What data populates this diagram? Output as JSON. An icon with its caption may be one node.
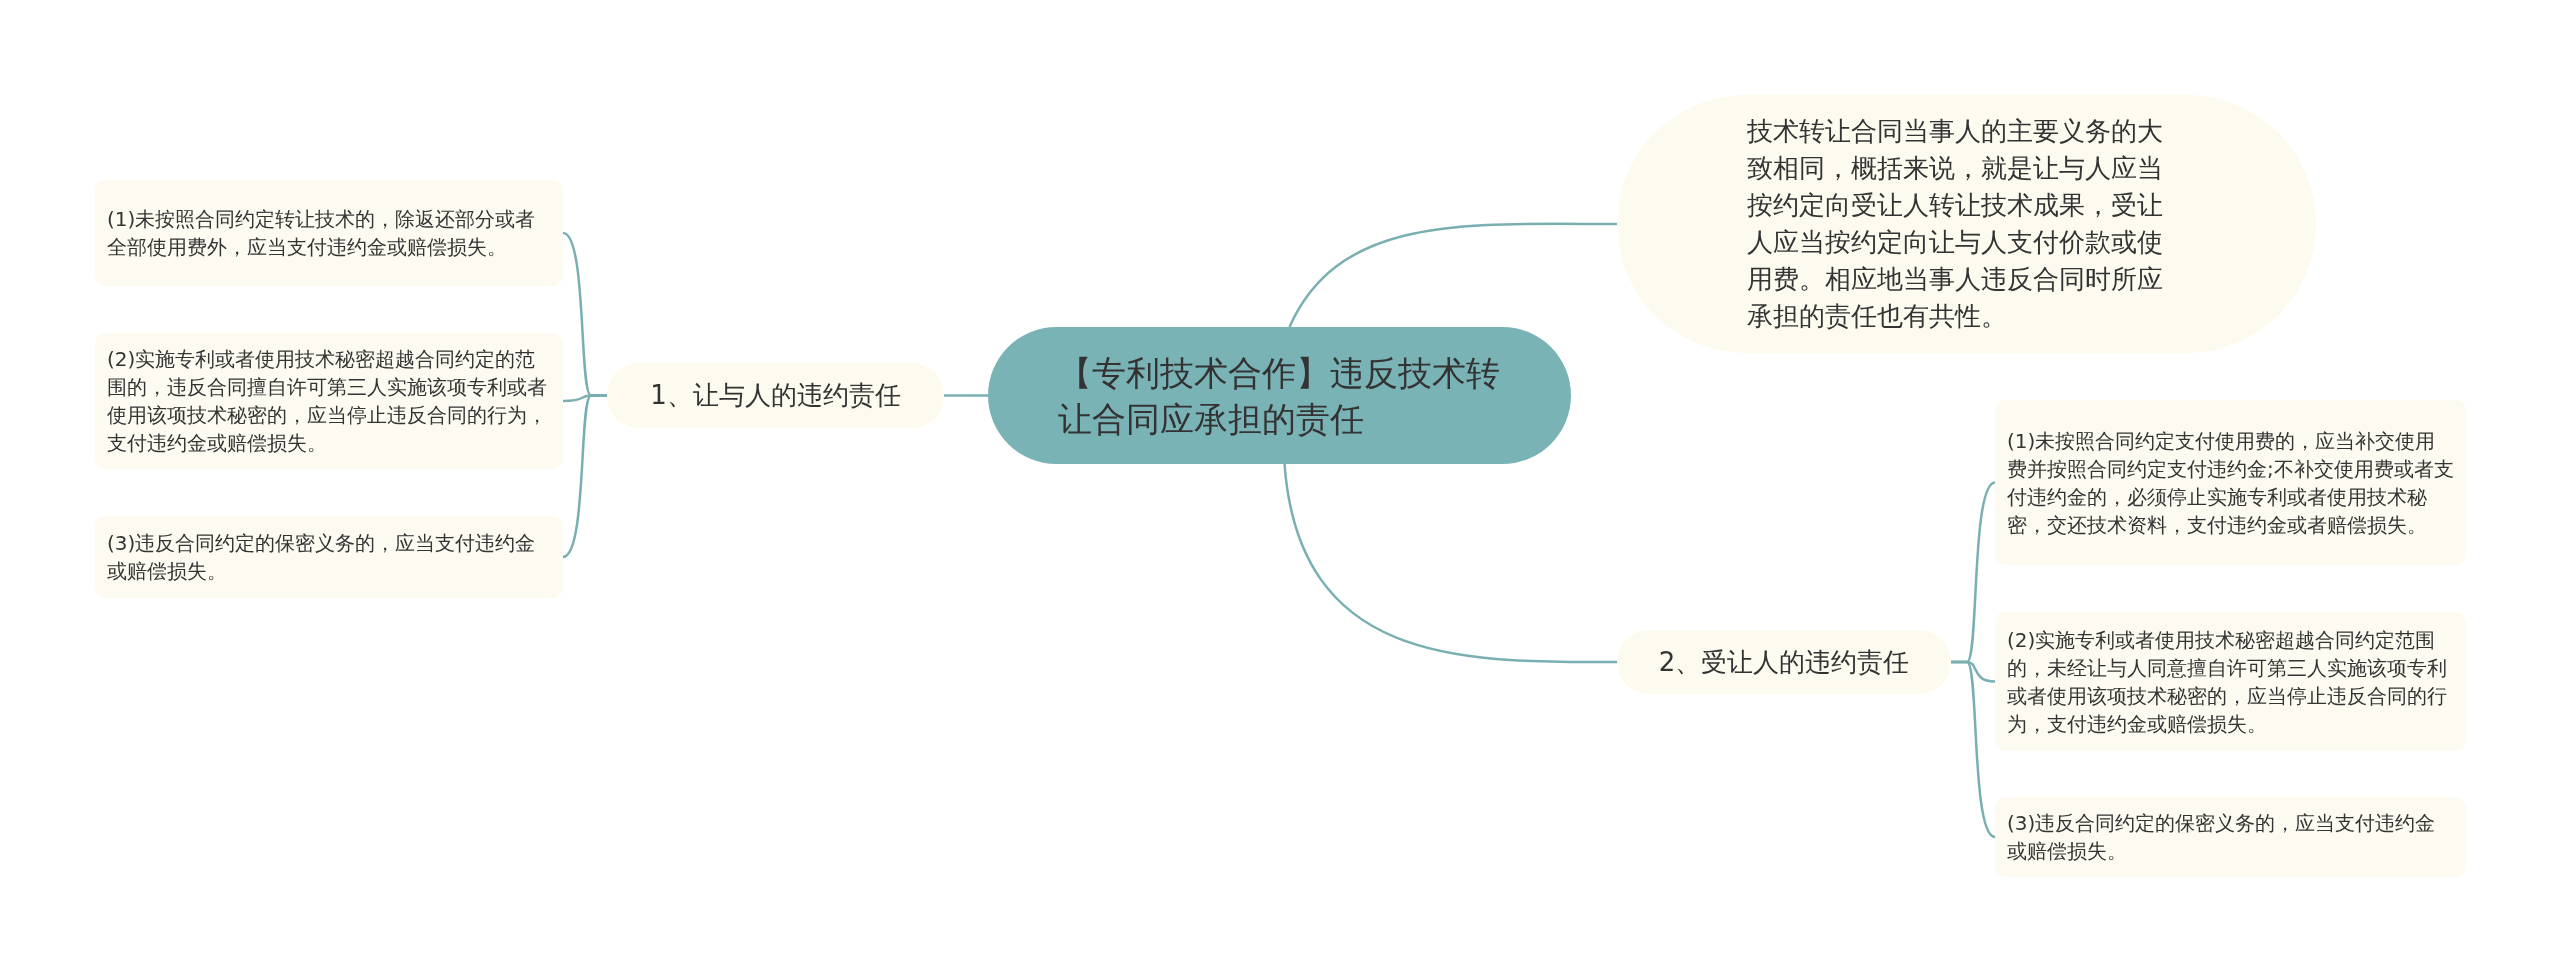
{
  "diagram": {
    "nodes": [
      {
        "text": [
          "【专利技术合作】违反技术转让合同应承担的责任"
        ]
      },
      {
        "text": [
          "技术转让合同当事人的主要义务的大致相同，概括来说，就是让与人应当按约定向受让人转让技术成果，受让人应当按约定向让与人支付价款或使用费。相应地当事人违反合同时所应承担的责任也有共性。"
        ]
      },
      {
        "text": [
          "1、让与人的违约责任"
        ]
      },
      {
        "text": [
          "(1)未按照合同约定转让技术的，除返还部分或者全部使用费外，应当支付违约金或赔偿损失。"
        ]
      },
      {
        "text": [
          "(2)实施专利或者使用技术秘密超越合同约定的范围的，违反合同擅自许可第三人实施该项专利或者使用该项技术秘密的，应当停止违反合同的行为，支付违约金或赔偿损失。"
        ]
      },
      {
        "text": [
          "(3)违反合同约定的保密义务的，应当支付违约金或赔偿损失。"
        ]
      },
      {
        "text": [
          "2、受让人的违约责任"
        ]
      },
      {
        "text": [
          "(1)未按照合同约定支付使用费的，应当补交使用费并按照合同约定支付违约金;不补交使用费或者支付违约金的，必须停止实施专利或者使用技术秘密，交还技术资料，支付违约金或者赔偿损失。"
        ]
      },
      {
        "text": [
          "(2)实施专利或者使用技术秘密超越合同约定范围的，未经让与人同意擅自许可第三人实施该项专利或者使用该项技术秘密的，应当停止违反合同的行为，支付违约金或赔偿损失。"
        ]
      },
      {
        "text": [
          "(3)违反合同约定的保密义务的，应当支付违约金或赔偿损失。"
        ]
      }
    ],
    "edges": [
      {
        "from": 0,
        "to": 1,
        "arrow": "none"
      },
      {
        "from": 0,
        "to": 2,
        "arrow": "none"
      },
      {
        "from": 2,
        "to": 3,
        "arrow": "none"
      },
      {
        "from": 2,
        "to": 4,
        "arrow": "none"
      },
      {
        "from": 2,
        "to": 5,
        "arrow": "none"
      },
      {
        "from": 0,
        "to": 6,
        "arrow": "none"
      },
      {
        "from": 6,
        "to": 7,
        "arrow": "none"
      },
      {
        "from": 6,
        "to": 8,
        "arrow": "none"
      },
      {
        "from": 6,
        "to": 9,
        "arrow": "none"
      }
    ]
  }
}
